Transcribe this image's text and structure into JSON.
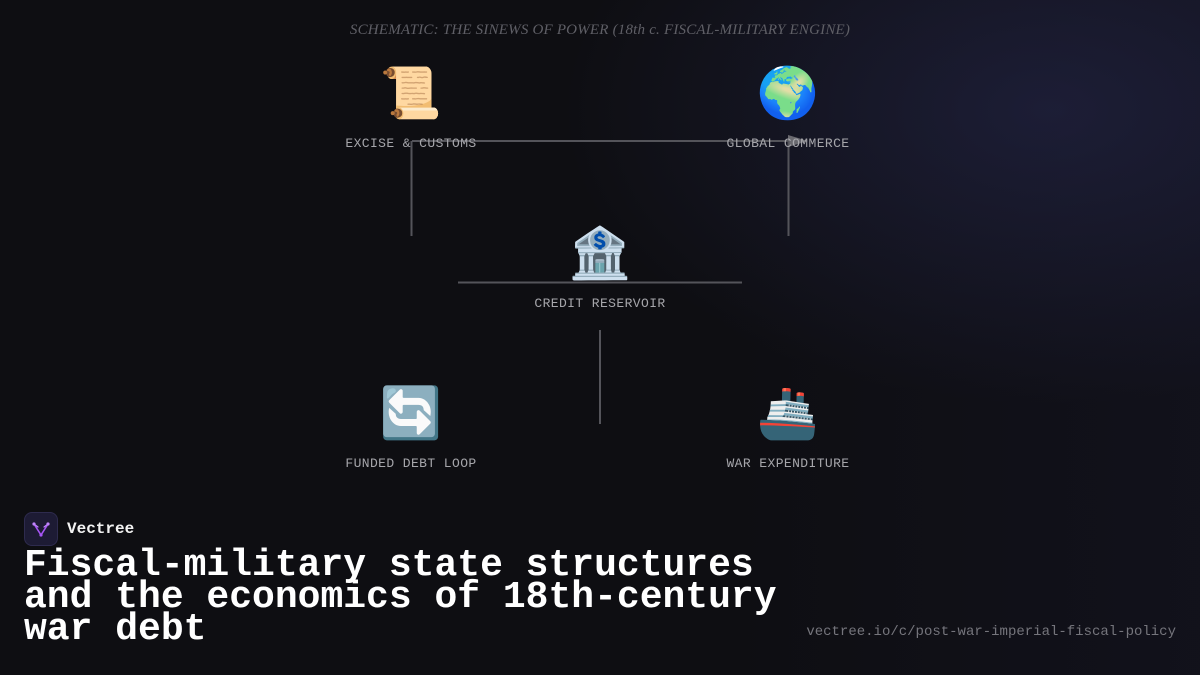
{
  "schematic": {
    "title": "SCHEMATIC: THE SINEWS OF POWER (18th c. FISCAL-MILITARY ENGINE)",
    "nodes": [
      {
        "id": "excise",
        "icon": "scroll-icon",
        "glyph": "📜",
        "label": "EXCISE & CUSTOMS"
      },
      {
        "id": "commerce",
        "icon": "globe-icon",
        "glyph": "🌍",
        "label": "GLOBAL COMMERCE"
      },
      {
        "id": "credit",
        "icon": "bank-icon",
        "glyph": "🏦",
        "label": "CREDIT RESERVOIR"
      },
      {
        "id": "debt",
        "icon": "cycle-arrows-icon",
        "glyph": "🔄",
        "label": "FUNDED DEBT LOOP"
      },
      {
        "id": "war",
        "icon": "ship-icon",
        "glyph": "🚢",
        "label": "WAR EXPENDITURE"
      }
    ]
  },
  "brand": {
    "name": "Vectree",
    "logo_icon": "vectree-logo-icon",
    "accent": "#a855f7"
  },
  "headline": "Fiscal-military state structures and the economics of 18th-century war debt",
  "url": "vectree.io/c/post-war-imperial-fiscal-policy"
}
